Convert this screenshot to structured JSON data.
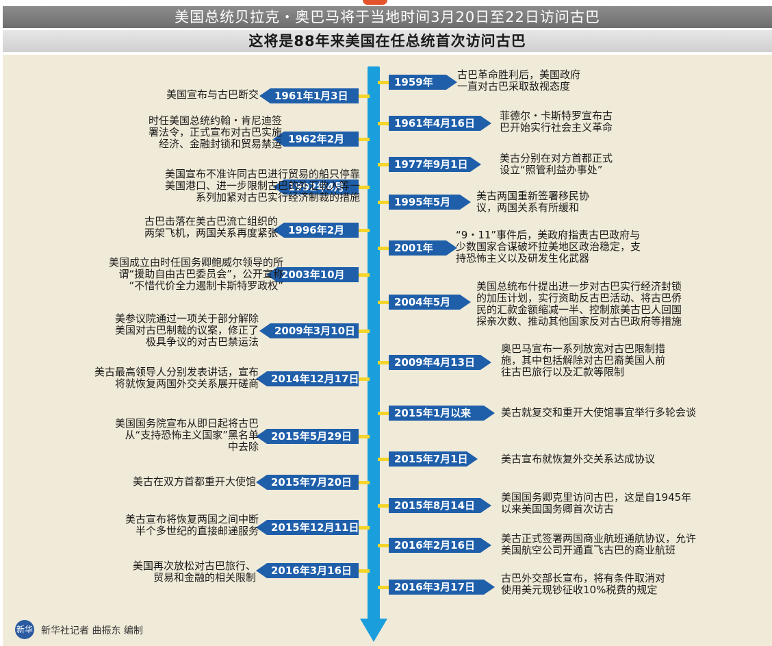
{
  "header": {
    "title": "美国总统贝拉克・奥巴马将于当地时间3月20日至22日访问古巴",
    "subtitle": "这将是88年来美国在任总统首次访问古巴"
  },
  "timeline": {
    "left": [
      {
        "date": "1961年1月3日",
        "text": "美国宣布与古巴断交"
      },
      {
        "date": "1962年2月",
        "text": "时任美国总统约翰・肯尼迪签\n署法令，正式宣布对古巴实施\n经济、金融封锁和贸易禁运"
      },
      {
        "date": "1992年4月",
        "text": "美国宣布不准许同古巴进行贸易的船只停靠\n美国港口、进一步限制古巴的外汇收入等一\n系列加紧对古巴实行经济制裁的措施"
      },
      {
        "date": "1996年2月",
        "text": "古巴击落在美古巴流亡组织的\n两架飞机，两国关系再度紧张"
      },
      {
        "date": "2003年10月",
        "text": "美国成立由时任国务卿鲍威尔领导的所\n谓“援助自由古巴委员会”，公开宣称\n“不惜代价全力遏制卡斯特罗政权”"
      },
      {
        "date": "2009年3月10日",
        "text": "美参议院通过一项关于部分解除\n美国对古巴制裁的议案，修正了\n极具争议的对古巴禁运法"
      },
      {
        "date": "2014年12月17日",
        "text": "美古最高领导人分别发表讲话，宣布\n将就恢复两国外交关系展开磋商"
      },
      {
        "date": "2015年5月29日",
        "text": "美国国务院宣布从即日起将古巴\n从“支持恐怖主义国家”黑名单\n中去除"
      },
      {
        "date": "2015年7月20日",
        "text": "美古在双方首都重开大使馆"
      },
      {
        "date": "2015年12月11日",
        "text": "美古宣布将恢复两国之间中断\n半个多世纪的直接邮递服务"
      },
      {
        "date": "2016年3月16日",
        "text": "美国再次放松对古巴旅行、\n贸易和金融的相关限制"
      }
    ],
    "right": [
      {
        "date": "1959年",
        "text": "古巴革命胜利后，美国政府\n一直对古巴采取敌视态度"
      },
      {
        "date": "1961年4月16日",
        "text": "菲德尔・卡斯特罗宣布古\n巴开始实行社会主义革命"
      },
      {
        "date": "1977年9月1日",
        "text": "美古分别在对方首都正式\n设立“照管利益办事处”"
      },
      {
        "date": "1995年5月",
        "text": "美古两国重新签署移民协\n议，两国关系有所缓和"
      },
      {
        "date": "2001年",
        "text": "“9・11”事件后，美政府指责古巴政府与\n少数国家合谋破坏拉美地区政治稳定，支\n持恐怖主义以及研发生化武器"
      },
      {
        "date": "2004年5月",
        "text": "美国总统布什提出进一步对古巴实行经济封锁\n的加压计划，实行资助反古巴活动、将古巴侨\n民的汇款金额缩减一半、控制旅美古巴人回国\n探亲次数、推动其他国家反对古巴政府等措施"
      },
      {
        "date": "2009年4月13日",
        "text": "奥巴马宣布一系列放宽对古巴限制措\n施，其中包括解除对古巴裔美国人前\n往古巴旅行以及汇款等限制"
      },
      {
        "date": "2015年1月以来",
        "text": "美古就复交和重开大使馆事宜举行多轮会谈"
      },
      {
        "date": "2015年7月1日",
        "text": "美古宣布就恢复外交关系达成协议"
      },
      {
        "date": "2015年8月14日",
        "text": "美国国务卿克里访问古巴，这是自1945年\n以来美国国务卿首次访古"
      },
      {
        "date": "2016年2月16日",
        "text": "美古正式签署两国商业航班通航协议，允许\n美国航空公司开通直飞古巴的商业航班"
      },
      {
        "date": "2016年3月17日",
        "text": "古巴外交部长宣布，将有条件取消对\n使用美元现钞征收10%税费的规定"
      }
    ]
  },
  "footer": {
    "logo_text": "新华",
    "credit": "新华社记者 曲振东 编制"
  }
}
